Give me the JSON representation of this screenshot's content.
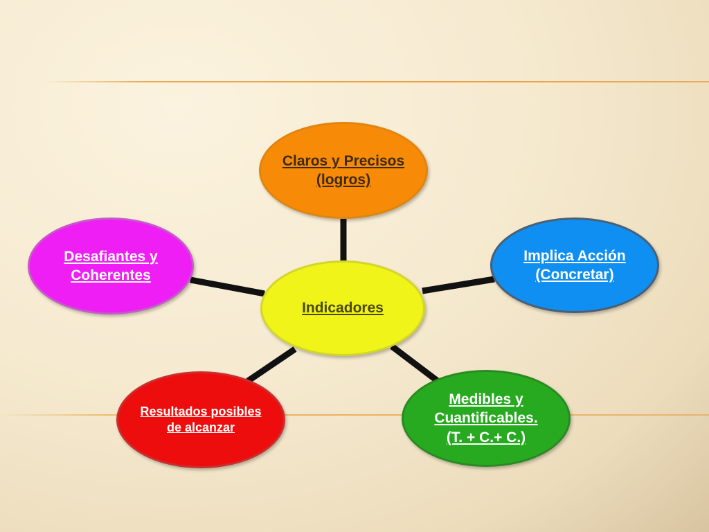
{
  "diagram": {
    "center": {
      "label": "Indicadores"
    },
    "nodes": {
      "top": {
        "label": "Claros y Precisos\n (logros)",
        "color": "#f78b07"
      },
      "right": {
        "label": "Implica Acción \n(Concretar)",
        "color": "#0f8ff2"
      },
      "bottom_right": {
        "label": "Medibles y\nCuantificables.\n(T. + C.+ C.)",
        "color": "#27aa20"
      },
      "bottom_left": {
        "label": "Resultados posibles\nde alcanzar",
        "color": "#ee0d0d"
      },
      "left": {
        "label": "Desafiantes y\nCoherentes",
        "color": "#ee1ef5"
      }
    },
    "center_color": "#f0f419"
  }
}
